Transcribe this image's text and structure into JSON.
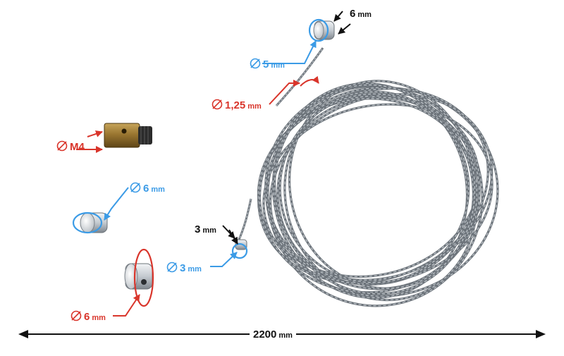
{
  "colors": {
    "dimension_blue": "#3b9be6",
    "dimension_red": "#d9352b",
    "dimension_black": "#111111",
    "cable_steel": "#8d959c",
    "brass": "#8a6a2a",
    "aluminium": "#c9ced3"
  },
  "icons": {
    "diameter": "diameter-symbol-icon"
  },
  "labels": {
    "cable_end_diameter": {
      "value": "5",
      "unit": "mm"
    },
    "cable_end_length": {
      "value": "6",
      "unit": "mm"
    },
    "wire_diameter": {
      "value": "1,25",
      "unit": "mm"
    },
    "brass_nipple_thread": {
      "value": "M4"
    },
    "small_nipple_diameter": {
      "value": "6",
      "unit": "mm"
    },
    "pin_nipple_diameter": {
      "value": "6",
      "unit": "mm"
    },
    "small_end_length": {
      "value": "3",
      "unit": "mm"
    },
    "small_end_diameter": {
      "value": "3",
      "unit": "mm"
    },
    "total_length": {
      "value": "2200",
      "unit": "mm"
    }
  }
}
